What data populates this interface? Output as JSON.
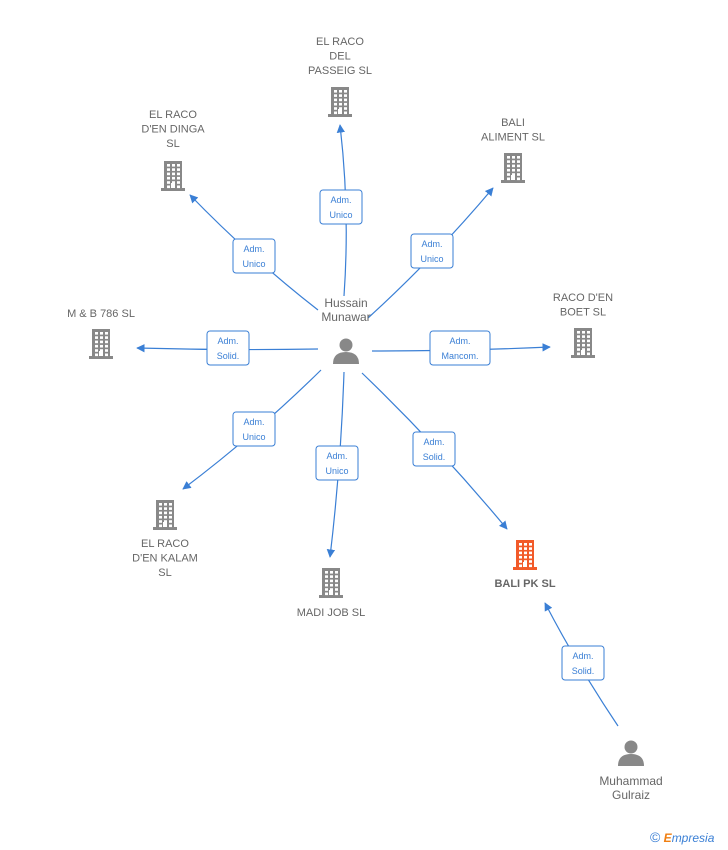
{
  "colors": {
    "edge": "#3a7fd5",
    "building": "#888888",
    "building_highlight": "#f25a29",
    "person": "#888888",
    "label": "#666666"
  },
  "companies": [
    {
      "id": "passeig",
      "lines": [
        "EL RACO",
        "DEL",
        "PASSEIG  SL"
      ],
      "highlight": false
    },
    {
      "id": "dinga",
      "lines": [
        "EL RACO",
        "D'EN DINGA",
        "SL"
      ],
      "highlight": false
    },
    {
      "id": "aliment",
      "lines": [
        "BALI",
        "ALIMENT  SL"
      ],
      "highlight": false
    },
    {
      "id": "mb786",
      "lines": [
        "M & B 786  SL"
      ],
      "highlight": false
    },
    {
      "id": "boet",
      "lines": [
        "RACO D'EN",
        "BOET  SL"
      ],
      "highlight": false
    },
    {
      "id": "kalam",
      "lines": [
        "EL RACO",
        "D'EN KALAM",
        "SL"
      ],
      "highlight": false
    },
    {
      "id": "madi",
      "lines": [
        "MADI JOB  SL"
      ],
      "highlight": false
    },
    {
      "id": "balipk",
      "lines": [
        "BALI PK  SL"
      ],
      "highlight": true
    }
  ],
  "persons": [
    {
      "id": "hussain",
      "lines": [
        "Hussain",
        "Munawar"
      ]
    },
    {
      "id": "gulraiz",
      "lines": [
        "Muhammad",
        "Gulraiz"
      ]
    }
  ],
  "edges": [
    {
      "from": "hussain",
      "to": "passeig",
      "role": [
        "Adm.",
        "Unico"
      ]
    },
    {
      "from": "hussain",
      "to": "dinga",
      "role": [
        "Adm.",
        "Unico"
      ]
    },
    {
      "from": "hussain",
      "to": "aliment",
      "role": [
        "Adm.",
        "Unico"
      ]
    },
    {
      "from": "hussain",
      "to": "mb786",
      "role": [
        "Adm.",
        "Solid."
      ]
    },
    {
      "from": "hussain",
      "to": "boet",
      "role": [
        "Adm.",
        "Mancom."
      ]
    },
    {
      "from": "hussain",
      "to": "kalam",
      "role": [
        "Adm.",
        "Unico"
      ]
    },
    {
      "from": "hussain",
      "to": "madi",
      "role": [
        "Adm.",
        "Unico"
      ]
    },
    {
      "from": "hussain",
      "to": "balipk",
      "role": [
        "Adm.",
        "Solid."
      ]
    },
    {
      "from": "gulraiz",
      "to": "balipk",
      "role": [
        "Adm.",
        "Solid."
      ]
    }
  ],
  "brand": {
    "copyright": "©",
    "first_letter": "E",
    "rest": "mpresia"
  }
}
